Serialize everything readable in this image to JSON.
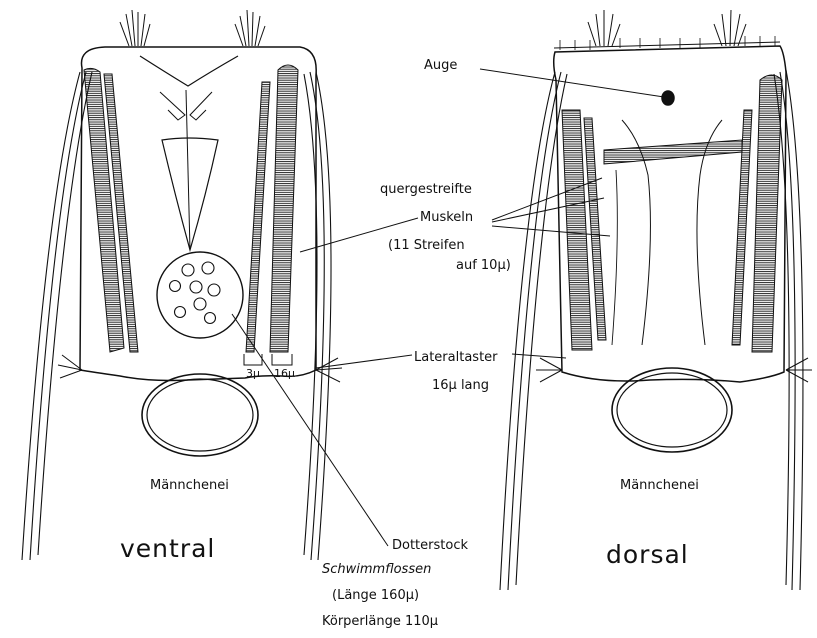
{
  "labels": {
    "auge": "Auge",
    "muscle_line1": "quergestreifte",
    "muscle_line2": "Muskeln",
    "muscle_line3": "(11 Streifen",
    "muscle_line4": "auf 10μ)",
    "lateral_line1": "Lateraltaster",
    "lateral_line2": "16μ lang",
    "dotterstock": "Dotterstock",
    "maennchenei_ventral": "Männchenei",
    "maennchenei_dorsal": "Männchenei",
    "width_3": "3μ",
    "width_16": "16μ"
  },
  "views": {
    "ventral": "ventral",
    "dorsal": "dorsal"
  },
  "caption": {
    "line1": "Schwimmflossen",
    "line2": "(Länge 160μ)",
    "line3": "Körperlänge 110μ"
  }
}
